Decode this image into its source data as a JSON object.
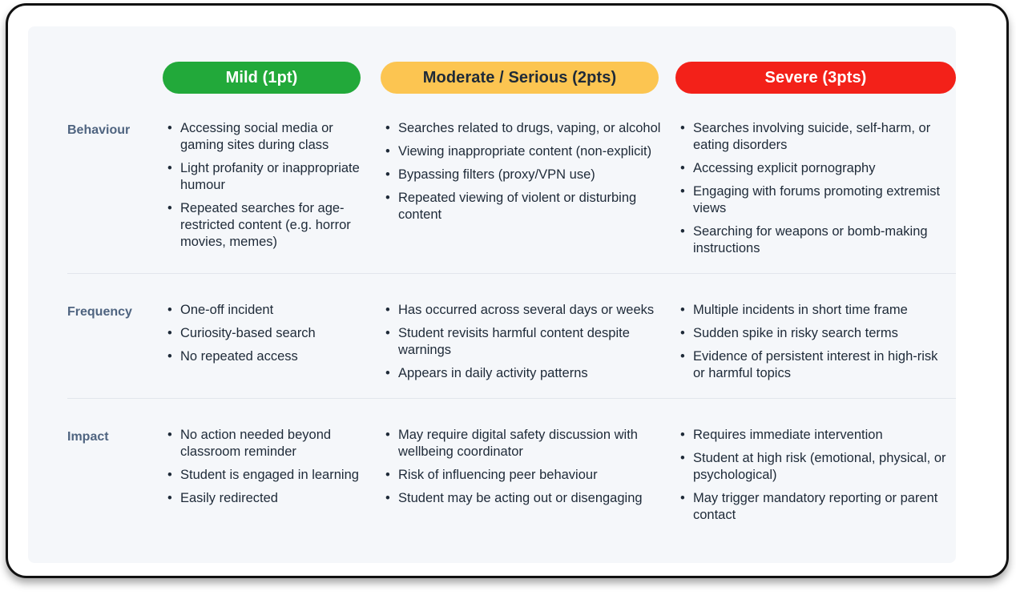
{
  "card": {
    "border_color": "#111111",
    "panel_background": "#f5f7fa"
  },
  "header": {
    "columns": [
      {
        "label": "Mild (1pt)",
        "bg": "#22a93a",
        "text_color": "#ffffff"
      },
      {
        "label": "Moderate / Serious (2pts)",
        "bg": "#fcc551",
        "text_color": "#1e2a38"
      },
      {
        "label": "Severe (3pts)",
        "bg": "#f32119",
        "text_color": "#ffffff"
      }
    ]
  },
  "bullet_glyph": "•",
  "label_color": "#4f6480",
  "rows": [
    {
      "label": "Behaviour",
      "mild": [
        "Accessing social media or gaming sites during class",
        "Light profanity or inappropriate humour",
        "Repeated searches for age-restricted content (e.g. horror movies, memes)"
      ],
      "moderate": [
        "Searches related to drugs, vaping, or alcohol",
        "Viewing inappropriate content (non-explicit)",
        "Bypassing filters (proxy/VPN use)",
        "Repeated viewing of violent or disturbing content"
      ],
      "severe": [
        "Searches involving suicide, self-harm, or eating disorders",
        "Accessing explicit pornography",
        "Engaging with forums promoting extremist views",
        "Searching for weapons or bomb-making instructions"
      ]
    },
    {
      "label": "Frequency",
      "mild": [
        "One-off incident",
        "Curiosity-based search",
        "No repeated access"
      ],
      "moderate": [
        "Has occurred across several days or weeks",
        "Student revisits harmful content despite warnings",
        "Appears in daily activity patterns"
      ],
      "severe": [
        "Multiple incidents in short time frame",
        "Sudden spike in risky search terms",
        "Evidence of persistent interest in high-risk or harmful topics"
      ]
    },
    {
      "label": "Impact",
      "mild": [
        "No action needed beyond classroom reminder",
        "Student is engaged in learning",
        "Easily redirected"
      ],
      "moderate": [
        "May require digital safety discussion with wellbeing coordinator",
        "Risk of influencing peer behaviour",
        "Student may be acting out or disengaging"
      ],
      "severe": [
        "Requires immediate intervention",
        "Student at high risk (emotional, physical, or psychological)",
        "May trigger mandatory reporting or parent contact"
      ]
    }
  ]
}
